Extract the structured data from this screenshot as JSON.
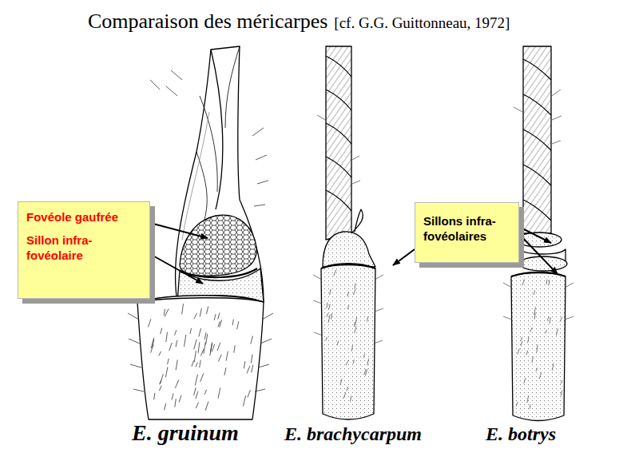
{
  "diagram": {
    "title": "Comparaison des méricarpes",
    "nodes": [
      {
        "text": [
          "Fovéole gaufrée",
          "Sillon infra- fovéolaire"
        ]
      },
      {
        "text": [
          "Sillons infra- fovéolaires"
        ]
      }
    ],
    "labels": [
      "[cf. G.G. Guittonneau, 1972]",
      "E. gruinum",
      "E. brachycarpum",
      "E. botrys"
    ]
  }
}
